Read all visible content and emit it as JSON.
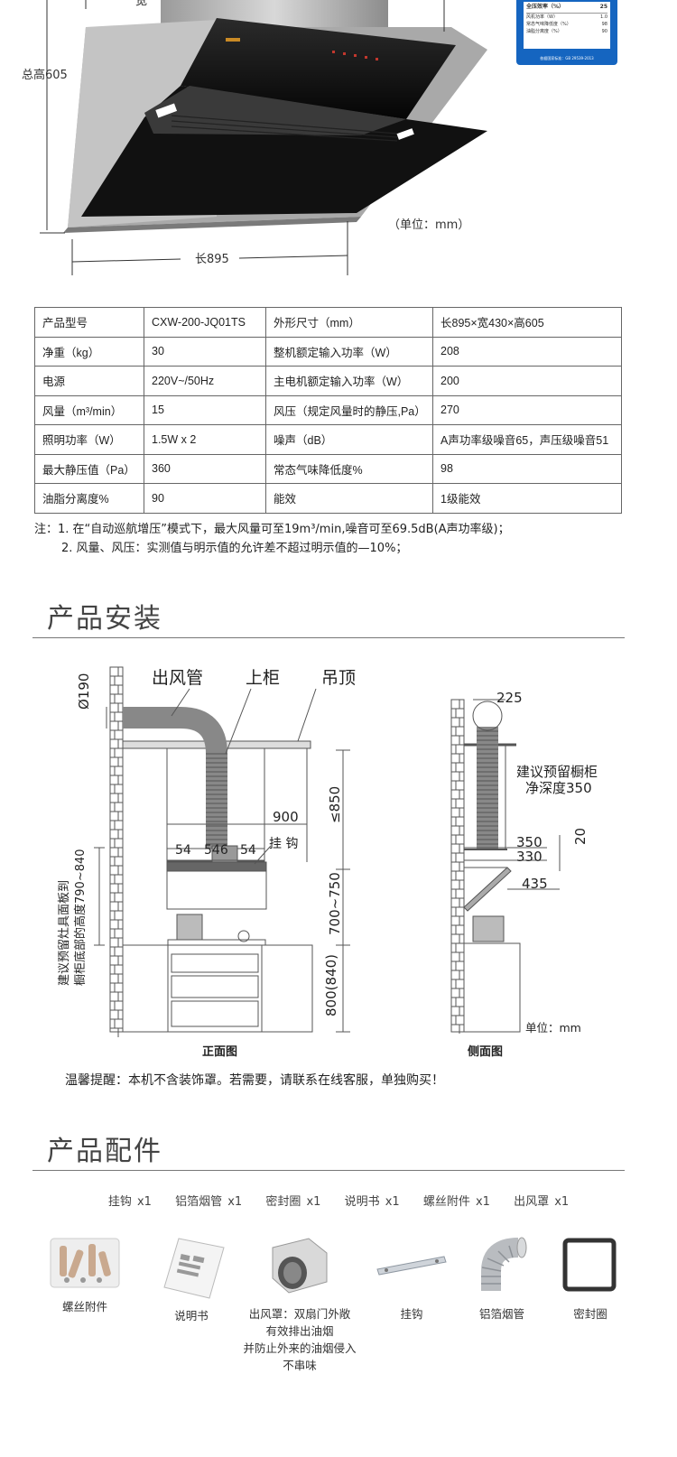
{
  "hood": {
    "width_label": "宽",
    "height_label": "总高605",
    "length_label": "长895",
    "unit_label": "（单位：mm）"
  },
  "energy_label": {
    "title": "全压效率（%）",
    "title_value": "25",
    "rows": [
      {
        "k": "风机功率（W）",
        "v": "1.0"
      },
      {
        "k": "常态气味降低度（%）",
        "v": "98"
      },
      {
        "k": "油脂分离度（%）",
        "v": "90"
      }
    ],
    "footer": "依据国家标准：GB 29539-2013"
  },
  "spec_table": [
    [
      "产品型号",
      "CXW-200-JQ01TS",
      "外形尺寸（mm）",
      "长895×宽430×高605"
    ],
    [
      "净重（kg）",
      "30",
      "整机额定输入功率（W）",
      "208"
    ],
    [
      "电源",
      "220V~/50Hz",
      "主电机额定输入功率（W）",
      "200"
    ],
    [
      "风量（m³/min）",
      "15",
      "风压（规定风量时的静压,Pa）",
      "270"
    ],
    [
      "照明功率（W）",
      "1.5W x 2",
      "噪声（dB）",
      "A声功率级噪音65，声压级噪音51"
    ],
    [
      "最大静压值（Pa）",
      "360",
      "常态气味降低度%",
      "98"
    ],
    [
      "油脂分离度%",
      "90",
      "能效",
      "1级能效"
    ]
  ],
  "notes": {
    "line1": "注：1. 在“自动巡航增压”模式下，最大风量可至19m³/min,噪音可至69.5dB(A声功率级)；",
    "line2": "2. 风量、风压：实测值与明示值的允许差不超过明示值的—10%；"
  },
  "install": {
    "section_title": "产品安装",
    "front_labels": {
      "duct": "出风管",
      "cabinet": "上柜",
      "ceiling": "吊顶",
      "diameter": "Ø190",
      "w900": "900",
      "hook": "挂 钩",
      "w54a": "54",
      "w546": "546",
      "w54b": "54",
      "h850": "≤850",
      "h700": "700~750",
      "h800": "800(840)",
      "side_note_1": "建议预留灶具面板到",
      "side_note_2": "橱柜底部的高度790~840"
    },
    "side_labels": {
      "w225": "225",
      "depth_1": "建议预留橱柜",
      "depth_2": "净深度350",
      "d350": "350",
      "d20": "20",
      "d330": "330",
      "d435": "435",
      "unit": "单位：mm"
    },
    "front_caption": "正面图",
    "side_caption": "侧面图",
    "tip": "温馨提醒：本机不含装饰罩。若需要，请联系在线客服，单独购买！"
  },
  "accessories": {
    "section_title": "产品配件",
    "list": [
      "挂钩 x1",
      "铝箔烟管 x1",
      "密封圈 x1",
      "说明书 x1",
      "螺丝附件 x1",
      "出风罩 x1"
    ],
    "items": [
      {
        "label": "螺丝附件",
        "icon": "screw-bag-icon"
      },
      {
        "label": "说明书",
        "icon": "manual-icon"
      },
      {
        "label": "出风罩：双扇门外敞",
        "extra": [
          "有效排出油烟",
          "并防止外来的油烟侵入",
          "不串味"
        ],
        "icon": "outlet-cover-icon"
      },
      {
        "label": "挂钩",
        "icon": "hook-bar-icon"
      },
      {
        "label": "铝箔烟管",
        "icon": "foil-duct-icon"
      },
      {
        "label": "密封圈",
        "icon": "seal-ring-icon"
      }
    ]
  }
}
